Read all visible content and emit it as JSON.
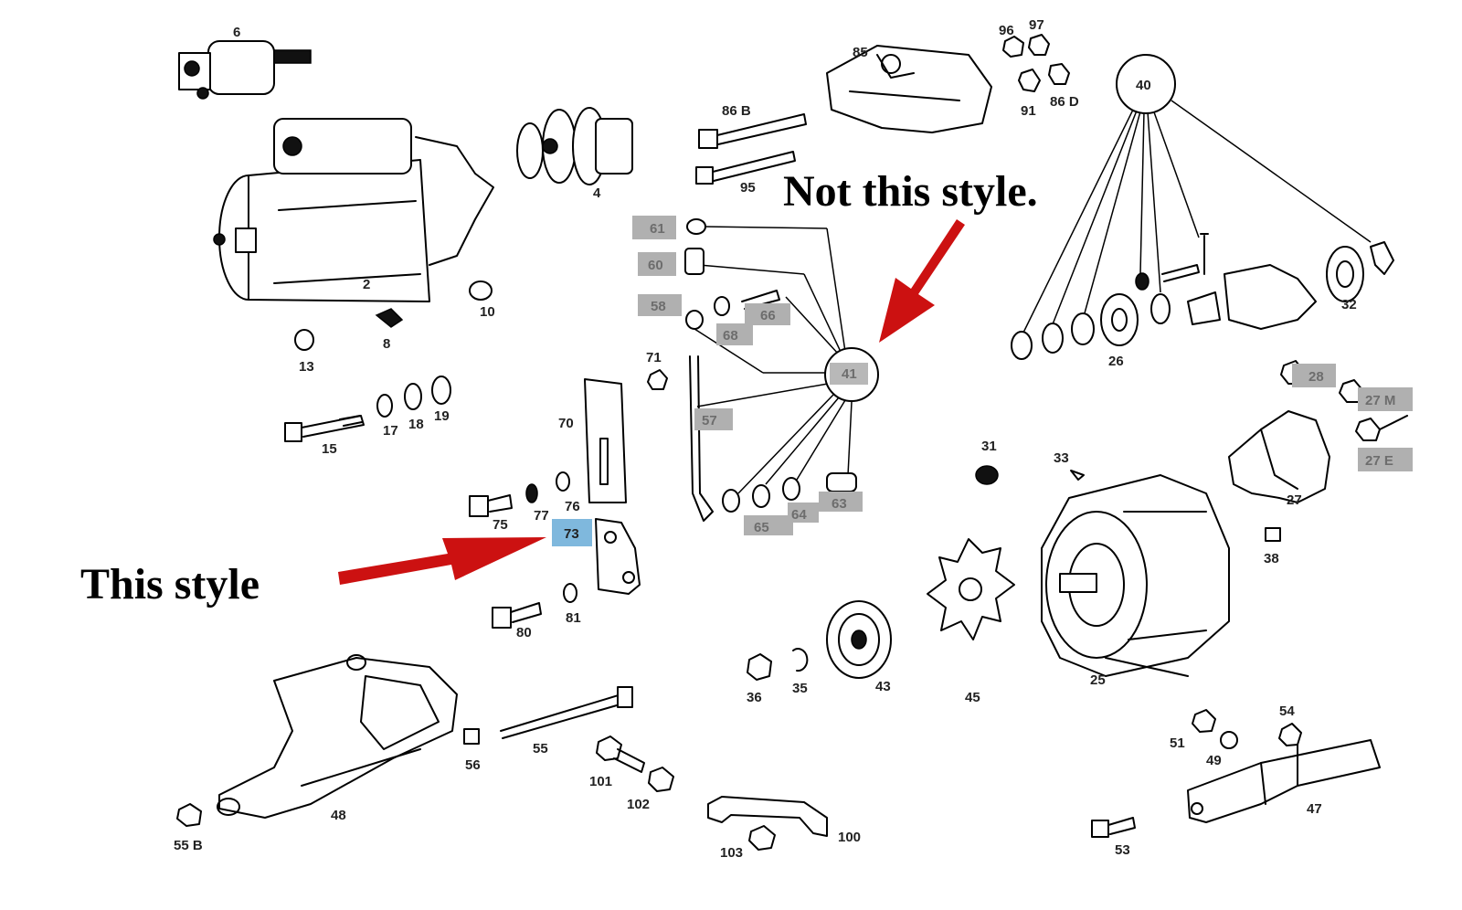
{
  "annotations": {
    "not_this_style": "Not this style.",
    "this_style": "This style"
  },
  "colors": {
    "arrow": "#cc1111",
    "highlight_blue": "#7fb8dd",
    "highlight_gray": "#b0b0b0"
  },
  "part_labels": {
    "p6": "6",
    "p2": "2",
    "p4": "4",
    "p10": "10",
    "p8": "8",
    "p13": "13",
    "p15": "15",
    "p17": "17",
    "p18": "18",
    "p19": "19",
    "p85": "85",
    "p96": "96",
    "p97": "97",
    "p91": "91",
    "p86d": "86 D",
    "p86b": "86 B",
    "p95": "95",
    "p40": "40",
    "p32": "32",
    "p26": "26",
    "p71": "71",
    "p70": "70",
    "p77": "77",
    "p76": "76",
    "p75": "75",
    "p73": "73",
    "p80": "80",
    "p81": "81",
    "p31": "31",
    "p33": "33",
    "p27": "27",
    "p38": "38",
    "p25": "25",
    "p36": "36",
    "p35": "35",
    "p43": "43",
    "p45": "45",
    "p48": "48",
    "p55b": "55 B",
    "p56": "56",
    "p55": "55",
    "p101": "101",
    "p102": "102",
    "p103": "103",
    "p100": "100",
    "p51": "51",
    "p49": "49",
    "p54": "54",
    "p47": "47",
    "p53": "53"
  },
  "gray_labels": {
    "g61": "61",
    "g60": "60",
    "g58": "58",
    "g68": "68",
    "g66": "66",
    "g41": "41",
    "g57": "57",
    "g65": "65",
    "g64": "64",
    "g63": "63",
    "g28": "28",
    "g27m": "27 M",
    "g27e": "27 E"
  }
}
